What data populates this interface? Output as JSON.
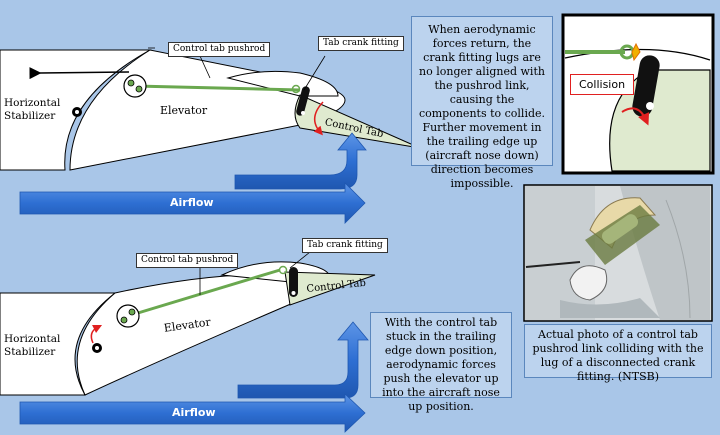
{
  "top_panel": {
    "pushrod_label": "Control tab pushrod",
    "crank_label": "Tab crank fitting",
    "stabilizer_label": "Horizontal Stabilizer",
    "elevator_label": "Elevator",
    "tab_label": "Control Tab",
    "airflow_label": "Airflow",
    "callout": "When aerodynamic forces return, the crank fitting lugs are no longer aligned with the pushrod link, causing the components to collide. Further movement in the trailing edge up (aircraft nose down) direction becomes impossible."
  },
  "inset_top": {
    "collision_label": "Collision"
  },
  "bottom_panel": {
    "pushrod_label": "Control tab pushrod",
    "crank_label": "Tab crank fitting",
    "stabilizer_label": "Horizontal Stabilizer",
    "elevator_label": "Elevator",
    "tab_label": "Control Tab",
    "airflow_label": "Airflow",
    "callout": "With the control tab stuck in the trailing edge down position, aerodynamic forces push the elevator up into the aircraft nose up position."
  },
  "photo": {
    "caption": "Actual photo of a control tab pushrod link colliding with the lug of a disconnected crank fitting. (NTSB)"
  },
  "colors": {
    "background": "#a9c6e8",
    "airflow_arrow": "#2e6fd3",
    "pushrod": "#6aa84f",
    "tab_fill": "#dfeacf",
    "motion_arrow": "#e02020"
  }
}
